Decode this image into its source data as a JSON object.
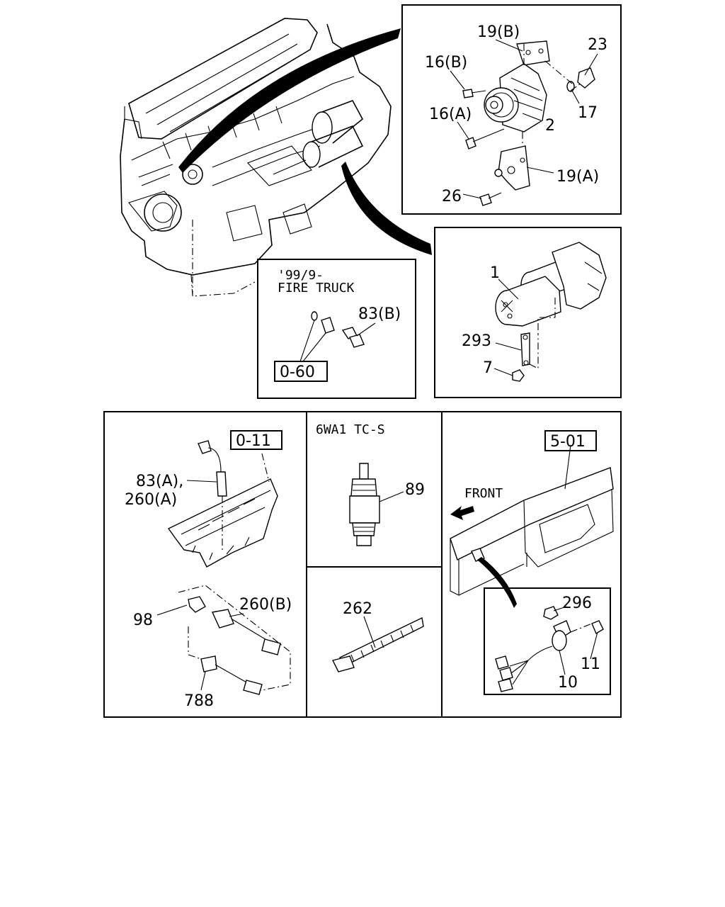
{
  "callouts": {
    "c19b": "19(B)",
    "c23": "23",
    "c16b": "16(B)",
    "c16a": "16(A)",
    "c2": "2",
    "c17": "17",
    "c19a": "19(A)",
    "c26": "26",
    "c1": "1",
    "c293": "293",
    "c7": "7",
    "c83b": "83(B)",
    "c83a": "83(A),",
    "c260a": "260(A)",
    "c98": "98",
    "c260b": "260(B)",
    "c788": "788",
    "c89": "89",
    "c262": "262",
    "c296": "296",
    "c11": "11",
    "c10": "10"
  },
  "notes": {
    "fire_line1": "'99/9-",
    "fire_line2": "FIRE TRUCK",
    "variant": "6WA1 TC-S",
    "front": "FRONT"
  },
  "refs": {
    "r060": "0-60",
    "r011": "0-11",
    "r501": "5-01"
  }
}
